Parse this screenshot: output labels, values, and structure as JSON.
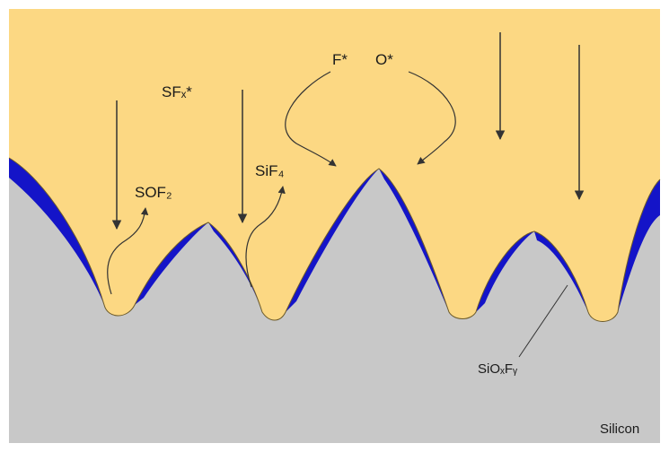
{
  "labels": {
    "sfx": "SFₓ*",
    "f": "F*",
    "o": "O*",
    "sof2": "SOF₂",
    "sif4": "SiF₄",
    "sioxfy": "SiOₓFᵧ",
    "silicon": "Silicon"
  },
  "colors": {
    "plasma": "#FCD883",
    "silicon": "#C8C8C8",
    "passivation": "#1414C8",
    "arrow": "#333333"
  }
}
